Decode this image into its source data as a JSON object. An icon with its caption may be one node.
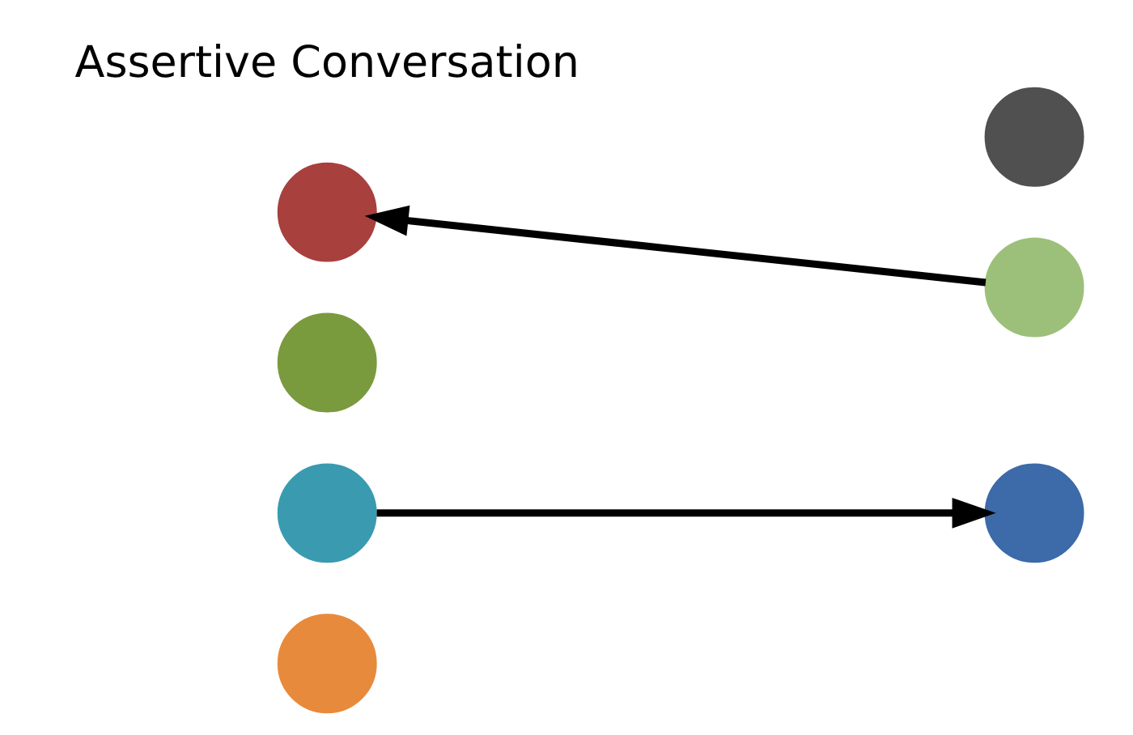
{
  "diagram": {
    "nodes": [
      {
        "text": [],
        "shape": "circle"
      },
      {
        "text": [],
        "shape": "circle"
      },
      {
        "text": [],
        "shape": "circle"
      },
      {
        "text": [],
        "shape": "circle"
      },
      {
        "text": [],
        "shape": "circle"
      },
      {
        "text": [],
        "shape": "circle"
      },
      {
        "text": [],
        "shape": "circle"
      }
    ],
    "edges": [
      {
        "from": 1,
        "to": 4,
        "arrow": "to"
      },
      {
        "from": 6,
        "to": 3,
        "arrow": "to"
      }
    ],
    "labels": [
      "Assertive Conversation"
    ]
  }
}
